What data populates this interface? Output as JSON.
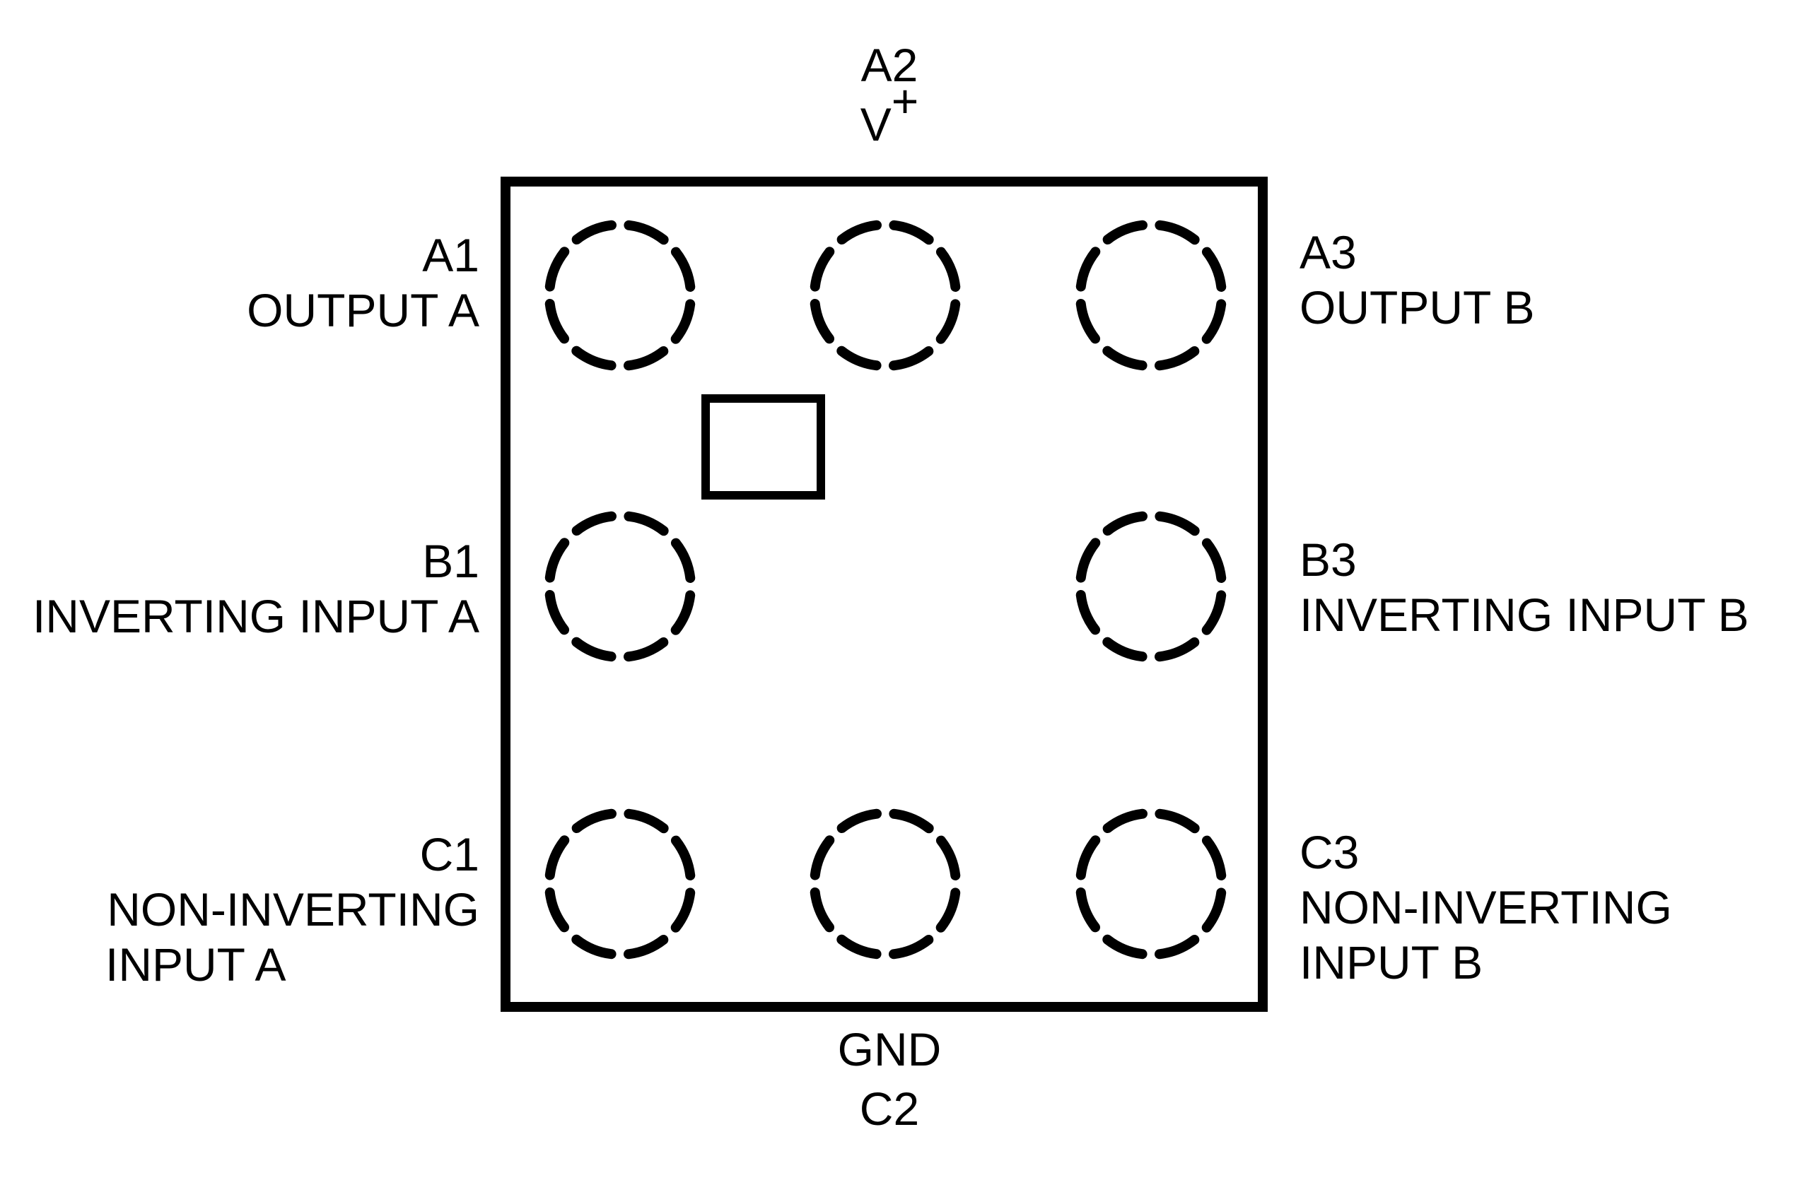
{
  "colors": {
    "background": "#ffffff",
    "ink": "#000000"
  },
  "package": {
    "top_pin": {
      "pin": "A2",
      "signal_base": "V",
      "signal_sup": "+"
    },
    "bottom_pin": {
      "signal": "GND",
      "pin": "C2"
    },
    "left_pins": [
      {
        "pin": "A1",
        "line1": "OUTPUT A"
      },
      {
        "pin": "B1",
        "line1": "INVERTING INPUT A"
      },
      {
        "pin": "C1",
        "line1": "NON-INVERTING",
        "line2": "INPUT A"
      }
    ],
    "right_pins": [
      {
        "pin": "A3",
        "line1": "OUTPUT B"
      },
      {
        "pin": "B3",
        "line1": "INVERTING INPUT B"
      },
      {
        "pin": "C3",
        "line1": "NON-INVERTING",
        "line2": "INPUT B"
      }
    ],
    "balls": [
      {
        "id": "A1"
      },
      {
        "id": "A2"
      },
      {
        "id": "A3"
      },
      {
        "id": "B1"
      },
      {
        "id": "B3"
      },
      {
        "id": "C1"
      },
      {
        "id": "C2"
      },
      {
        "id": "C3"
      }
    ]
  }
}
